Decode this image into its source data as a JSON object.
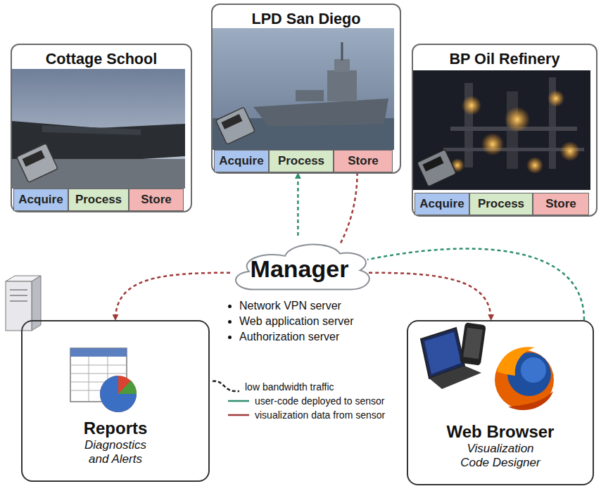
{
  "diagram": {
    "nodes": [
      {
        "text": [
          "Cottage School"
        ]
      },
      {
        "text": [
          "Acquire"
        ],
        "in": 0
      },
      {
        "text": [
          "Process"
        ],
        "in": 0
      },
      {
        "text": [
          "Store"
        ],
        "in": 0
      },
      {
        "text": [
          "LPD San Diego"
        ]
      },
      {
        "text": [
          "Acquire"
        ],
        "in": 4
      },
      {
        "text": [
          "Process"
        ],
        "in": 4
      },
      {
        "text": [
          "Store"
        ],
        "in": 4
      },
      {
        "text": [
          "BP Oil Refinery"
        ]
      },
      {
        "text": [
          "Acquire"
        ],
        "in": 8
      },
      {
        "text": [
          "Process"
        ],
        "in": 8
      },
      {
        "text": [
          "Store"
        ],
        "in": 8
      },
      {
        "text": [
          "Manager"
        ]
      },
      {
        "text": [
          "Reports",
          "Diagnostics and Alerts"
        ]
      },
      {
        "text": [
          "Web Browser",
          "Visualization Code Designer"
        ]
      }
    ],
    "edges": [
      {
        "from": 12,
        "to": 6,
        "arrow": "to"
      },
      {
        "from": 7,
        "to": 12,
        "arrow": "none"
      },
      {
        "from": 12,
        "to": 13,
        "arrow": "to"
      },
      {
        "from": 12,
        "to": 14,
        "arrow": "to"
      },
      {
        "from": 14,
        "to": 12,
        "arrow": "none"
      }
    ],
    "labels": [
      "Network VPN server",
      "Web application server",
      "Authorization server"
    ],
    "legend": [
      {
        "text": "low bandwidth traffic"
      },
      {
        "text": "user-code deployed to sensor"
      },
      {
        "text": "visualization data from sensor"
      }
    ]
  }
}
